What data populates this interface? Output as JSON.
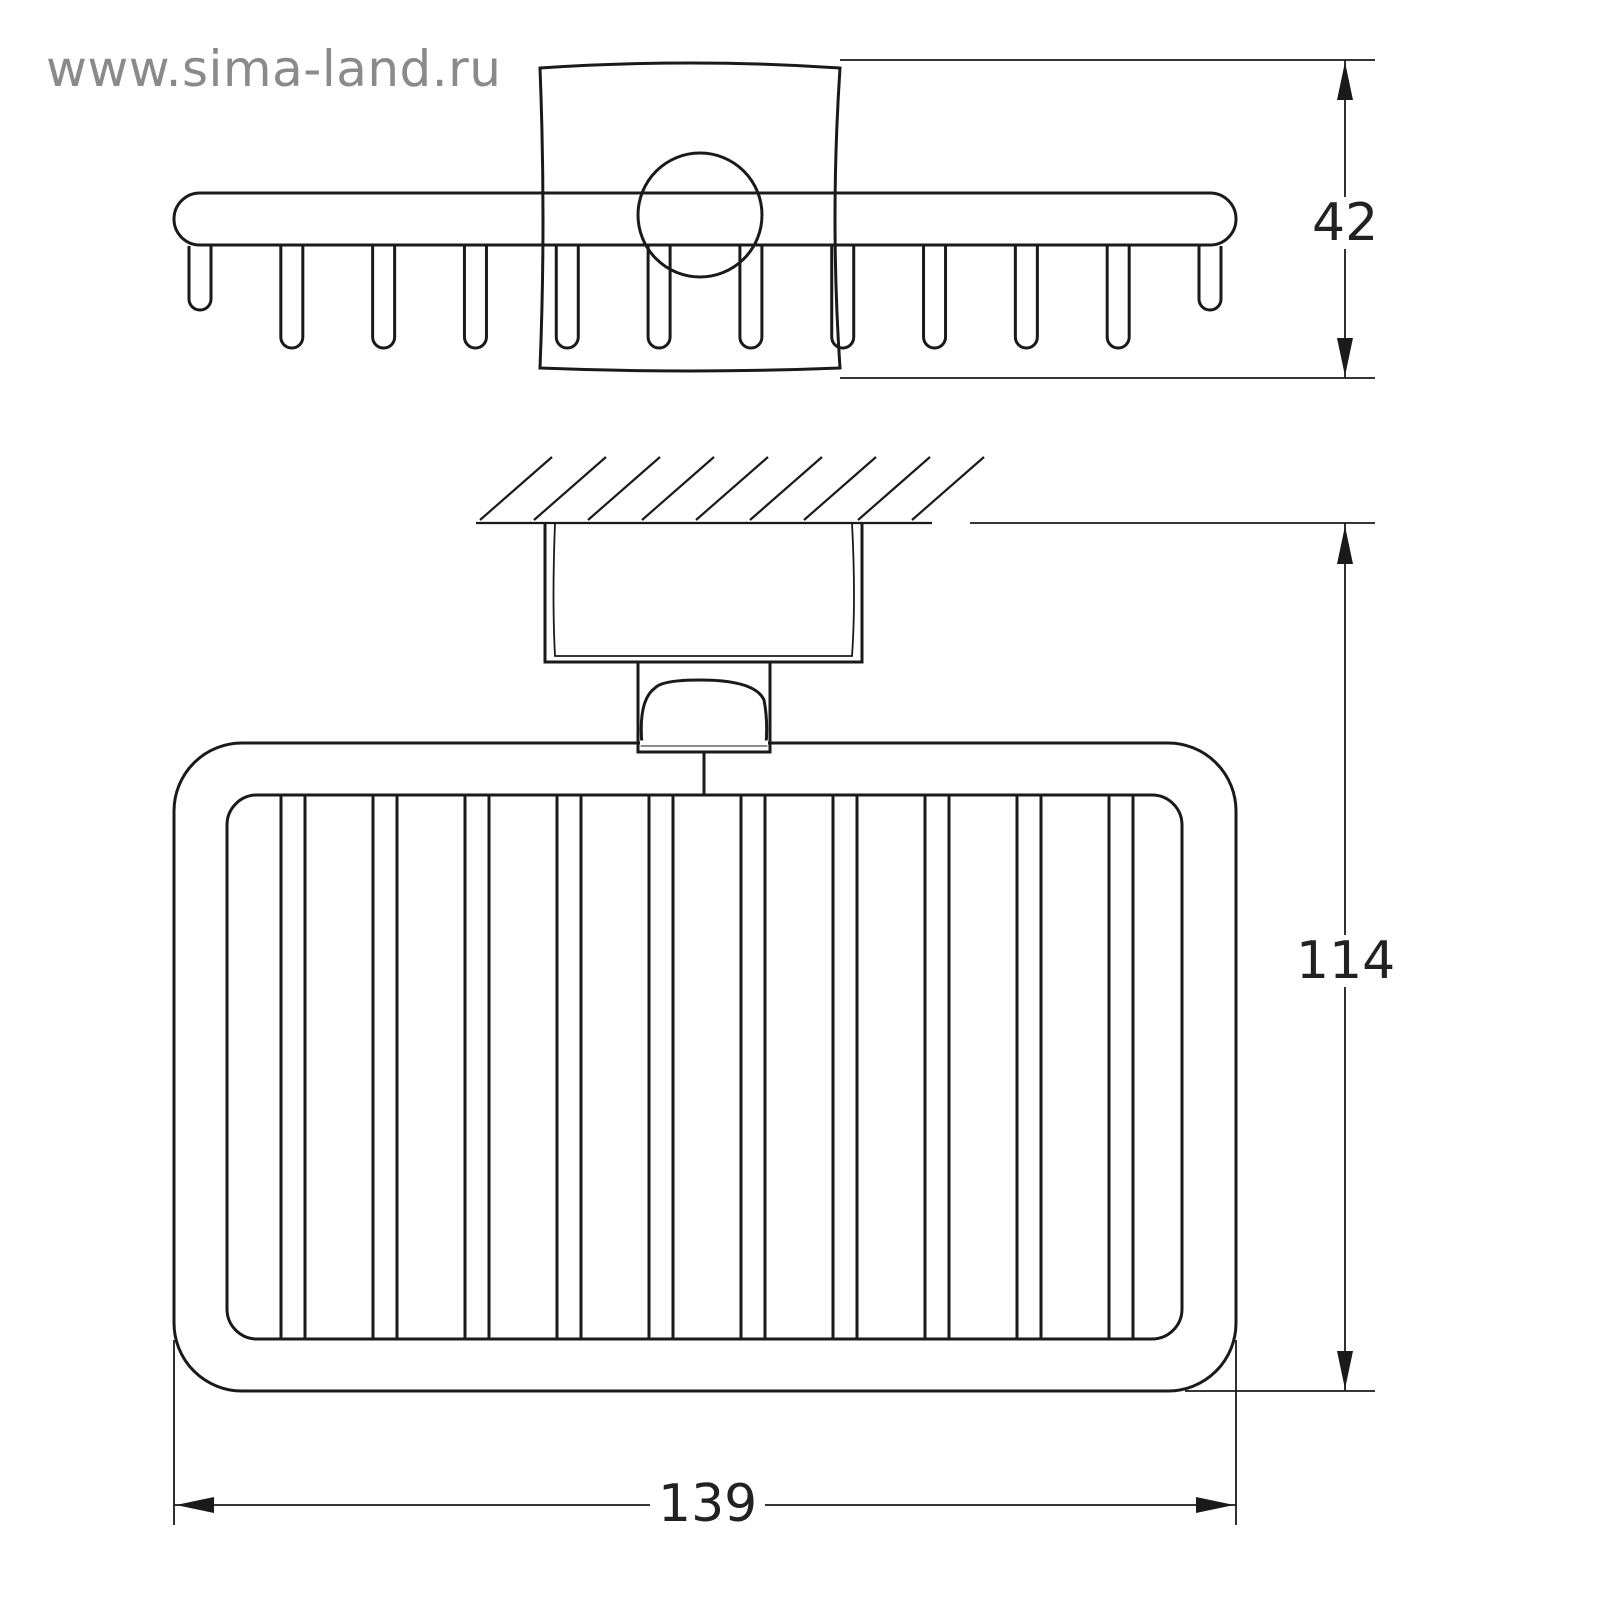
{
  "watermark": "www.sima-land.ru",
  "dimensions": {
    "depth": "42",
    "height": "114",
    "width": "139"
  },
  "colors": {
    "line": "#1a1a1a",
    "watermark": "#8a8a8a",
    "background": "#ffffff"
  },
  "top_view": {
    "tine_count": 12
  },
  "front_view": {
    "bar_count": 10
  }
}
